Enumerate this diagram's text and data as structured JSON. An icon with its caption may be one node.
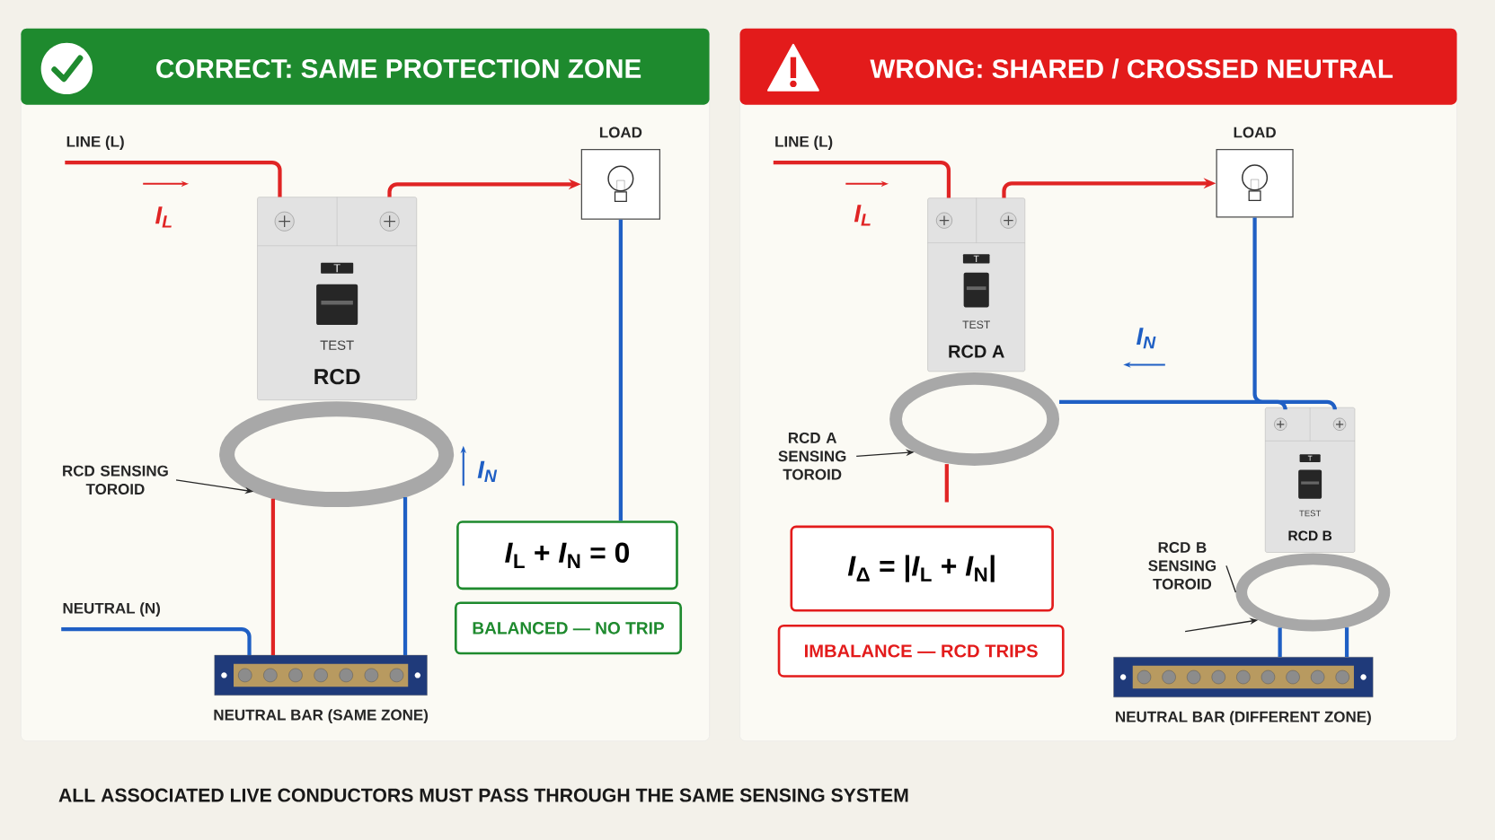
{
  "diagram": {
    "nodes": [
      {
        "text": [
          "CORRECT: SAME PROTECTION ZONE"
        ]
      },
      {
        "text": [
          "LINE (L)"
        ],
        "in": 0
      },
      {
        "text": [
          "T",
          "TEST",
          "RCD"
        ],
        "in": 0
      },
      {
        "text": [
          "LOAD"
        ],
        "in": 0
      },
      {
        "text": [
          "NEUTRAL (N)"
        ],
        "in": 0
      },
      {
        "text": [
          "NEUTRAL BAR (SAME ZONE)"
        ],
        "in": 0
      },
      {
        "text": [
          "RCD SENSING TOROID"
        ],
        "in": 0
      },
      {
        "text": [],
        "shape": "circle",
        "in": 0
      },
      {
        "text": [
          "*I*$_{L}$ + *I*$_{N}$ = 0"
        ],
        "in": 0
      },
      {
        "text": [
          "BALANCED — NO TRIP"
        ],
        "in": 0
      },
      {
        "text": [
          "WRONG: SHARED / CROSSED NEUTRAL"
        ]
      },
      {
        "text": [
          "LINE (L)"
        ],
        "in": 10
      },
      {
        "text": [
          "T",
          "TEST",
          "RCD A"
        ],
        "in": 10
      },
      {
        "text": [
          "LOAD"
        ],
        "in": 10
      },
      {
        "text": [],
        "shape": "circle",
        "in": 10
      },
      {
        "text": [
          "RCD A SENSING TOROID"
        ],
        "in": 10
      },
      {
        "text": [
          "T",
          "TEST",
          "RCD B"
        ],
        "in": 10
      },
      {
        "text": [],
        "shape": "circle",
        "in": 10
      },
      {
        "text": [
          "RCD B SENSING TOROID"
        ],
        "in": 10
      },
      {
        "text": [
          "*I*$_{Δ}$ = |*I*$_{L}$ + *I*$_{N}$|"
        ],
        "in": 10
      },
      {
        "text": [
          "IMBALANCE — RCD TRIPS"
        ],
        "in": 10
      },
      {
        "text": [
          "NEUTRAL BAR (DIFFERENT ZONE)"
        ],
        "in": 10
      }
    ],
    "edges": [
      {
        "from": 1,
        "to": 2,
        "arrow": "none",
        "color": "#e02424"
      },
      {
        "from": 2,
        "to": 3,
        "arrow": "to",
        "color": "#e02424"
      },
      {
        "from": 3,
        "to": 8,
        "arrow": "none",
        "color": "#1f5fc4"
      },
      {
        "from": 7,
        "to": 5,
        "arrow": "none",
        "color": "#e02424"
      },
      {
        "from": 7,
        "to": 5,
        "arrow": "none",
        "color": "#1f5fc4"
      },
      {
        "from": 4,
        "to": 5,
        "arrow": "none",
        "color": "#1f5fc4"
      },
      {
        "from": 6,
        "to": 7,
        "arrow": "to",
        "color": "#262626"
      },
      {
        "from": 11,
        "to": 12,
        "arrow": "none",
        "color": "#e02424"
      },
      {
        "from": 12,
        "to": 13,
        "arrow": "to",
        "color": "#e02424"
      },
      {
        "from": 13,
        "to": 16,
        "arrow": "none",
        "color": "#1f5fc4"
      },
      {
        "from": 14,
        "to": 16,
        "arrow": "none",
        "color": "#1f5fc4"
      },
      {
        "from": 17,
        "to": 21,
        "arrow": "none",
        "color": "#1f5fc4"
      },
      {
        "from": 17,
        "to": 21,
        "arrow": "none",
        "color": "#1f5fc4"
      },
      {
        "from": 15,
        "to": 14,
        "arrow": "to",
        "color": "#262626"
      },
      {
        "from": 18,
        "to": 17,
        "arrow": "none",
        "color": "#262626"
      },
      {
        "from": null,
        "to": 17,
        "arrow": "to",
        "color": "#262626"
      }
    ],
    "labels": [
      "I$_{L}$",
      "I$_{N}$",
      "I$_{L}$",
      "I$_{N}$",
      "ALL ASSOCIATED LIVE CONDUCTORS MUST PASS THROUGH THE SAME SENSING SYSTEM"
    ]
  }
}
